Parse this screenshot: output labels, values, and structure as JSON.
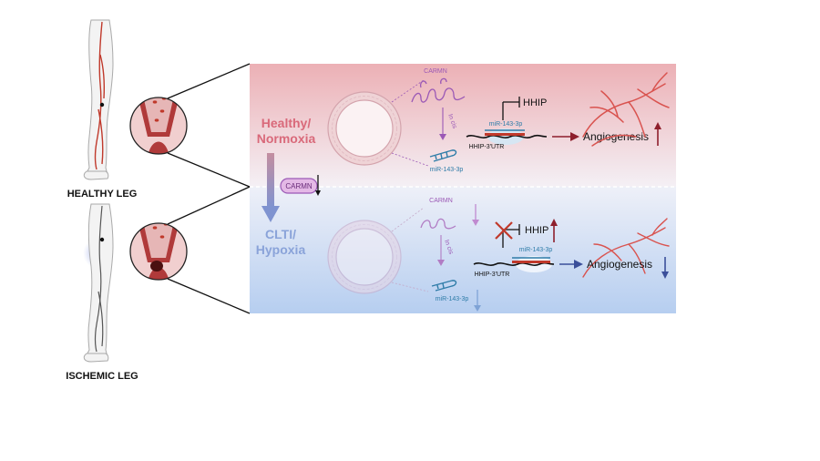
{
  "legs": {
    "healthy_label": "HEALTHY LEG",
    "ischemic_label": "ISCHEMIC LEG"
  },
  "top_panel": {
    "state_line1": "Healthy/",
    "state_line2": "Normoxia",
    "state_color": "#d9697a",
    "carmn_label": "CARMN",
    "in_cis_label": "In cis",
    "mir_label": "miR-143-3p",
    "hhip_label": "HHIP",
    "utr_label": "HHIP-3'UTR",
    "mir_bound_label": "miR-143-3p",
    "angiogenesis_label": "Angiogenesis"
  },
  "middle": {
    "carmn_badge": "CARMN"
  },
  "bottom_panel": {
    "state_line1": "CLTI/",
    "state_line2": "Hypoxia",
    "state_color": "#8aa3d9",
    "carmn_label": "CARMN",
    "in_cis_label": "In cis",
    "mir_label": "miR-143-3p",
    "hhip_label": "HHIP",
    "utr_label": "HHIP-3'UTR",
    "mir_bound_label": "miR-143-3p",
    "angiogenesis_label": "Angiogenesis"
  },
  "colors": {
    "healthy_red": "#c0392b",
    "hypoxia_blue": "#3b4f9a",
    "carmn_purple": "#9b59b6",
    "mir_teal": "#2e7ca8"
  },
  "icons": [
    "healthy-leg",
    "ischemic-leg",
    "vessel-inset",
    "vessel-cross-section",
    "mirna-hairpin",
    "capillary-network",
    "up-arrow",
    "down-arrow",
    "inhibition-cross"
  ]
}
